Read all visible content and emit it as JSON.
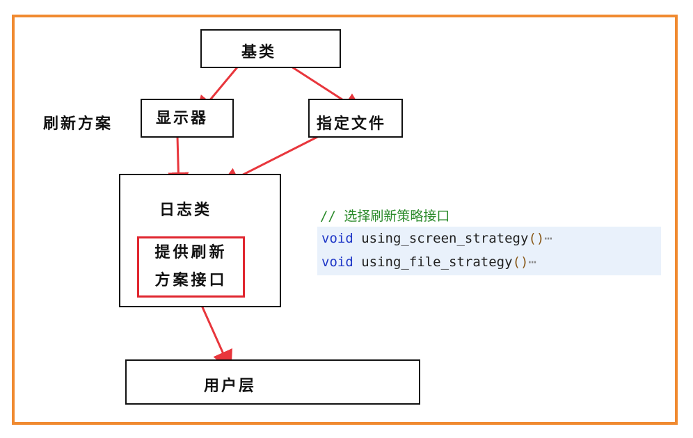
{
  "diagram": {
    "nodes": {
      "base": "基类",
      "display": "显示器",
      "file": "指定文件",
      "log": "日志类",
      "iface_line1": "提供刷新",
      "iface_line2": "方案接口",
      "user": "用户层"
    },
    "side_label": "刷新方案",
    "colors": {
      "frame": "#f08a30",
      "arrow": "#e8363c",
      "inner_box": "#e0262f"
    }
  },
  "code": {
    "comment": "// 选择刷新策略接口",
    "lines": [
      {
        "keyword": "void",
        "name": "using_screen_strategy",
        "parens": "()",
        "ellipsis": "⋯"
      },
      {
        "keyword": "void",
        "name": "using_file_strategy",
        "parens": "()",
        "ellipsis": "⋯"
      }
    ]
  }
}
